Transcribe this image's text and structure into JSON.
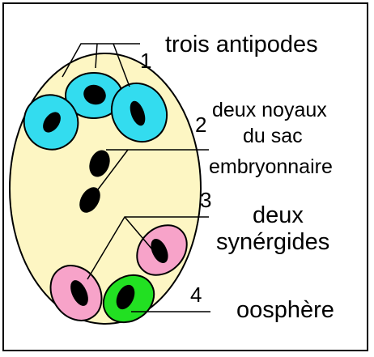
{
  "colors": {
    "sac_fill": "#fdf6c3",
    "antipode_fill": "#33dcef",
    "synergide_fill": "#f7a3c9",
    "oosphere_fill": "#22e022",
    "nucleus_fill": "#000000"
  },
  "labels": {
    "n1": "1",
    "n2": "2",
    "n3": "3",
    "n4": "4",
    "antipodes": "trois antipodes",
    "noyaux_line1": "deux noyaux",
    "noyaux_line2": "du sac",
    "noyaux_line3": "embryonnaire",
    "synergides_line1": "deux",
    "synergides_line2": "synérgides",
    "oosphere": "oosphère"
  }
}
